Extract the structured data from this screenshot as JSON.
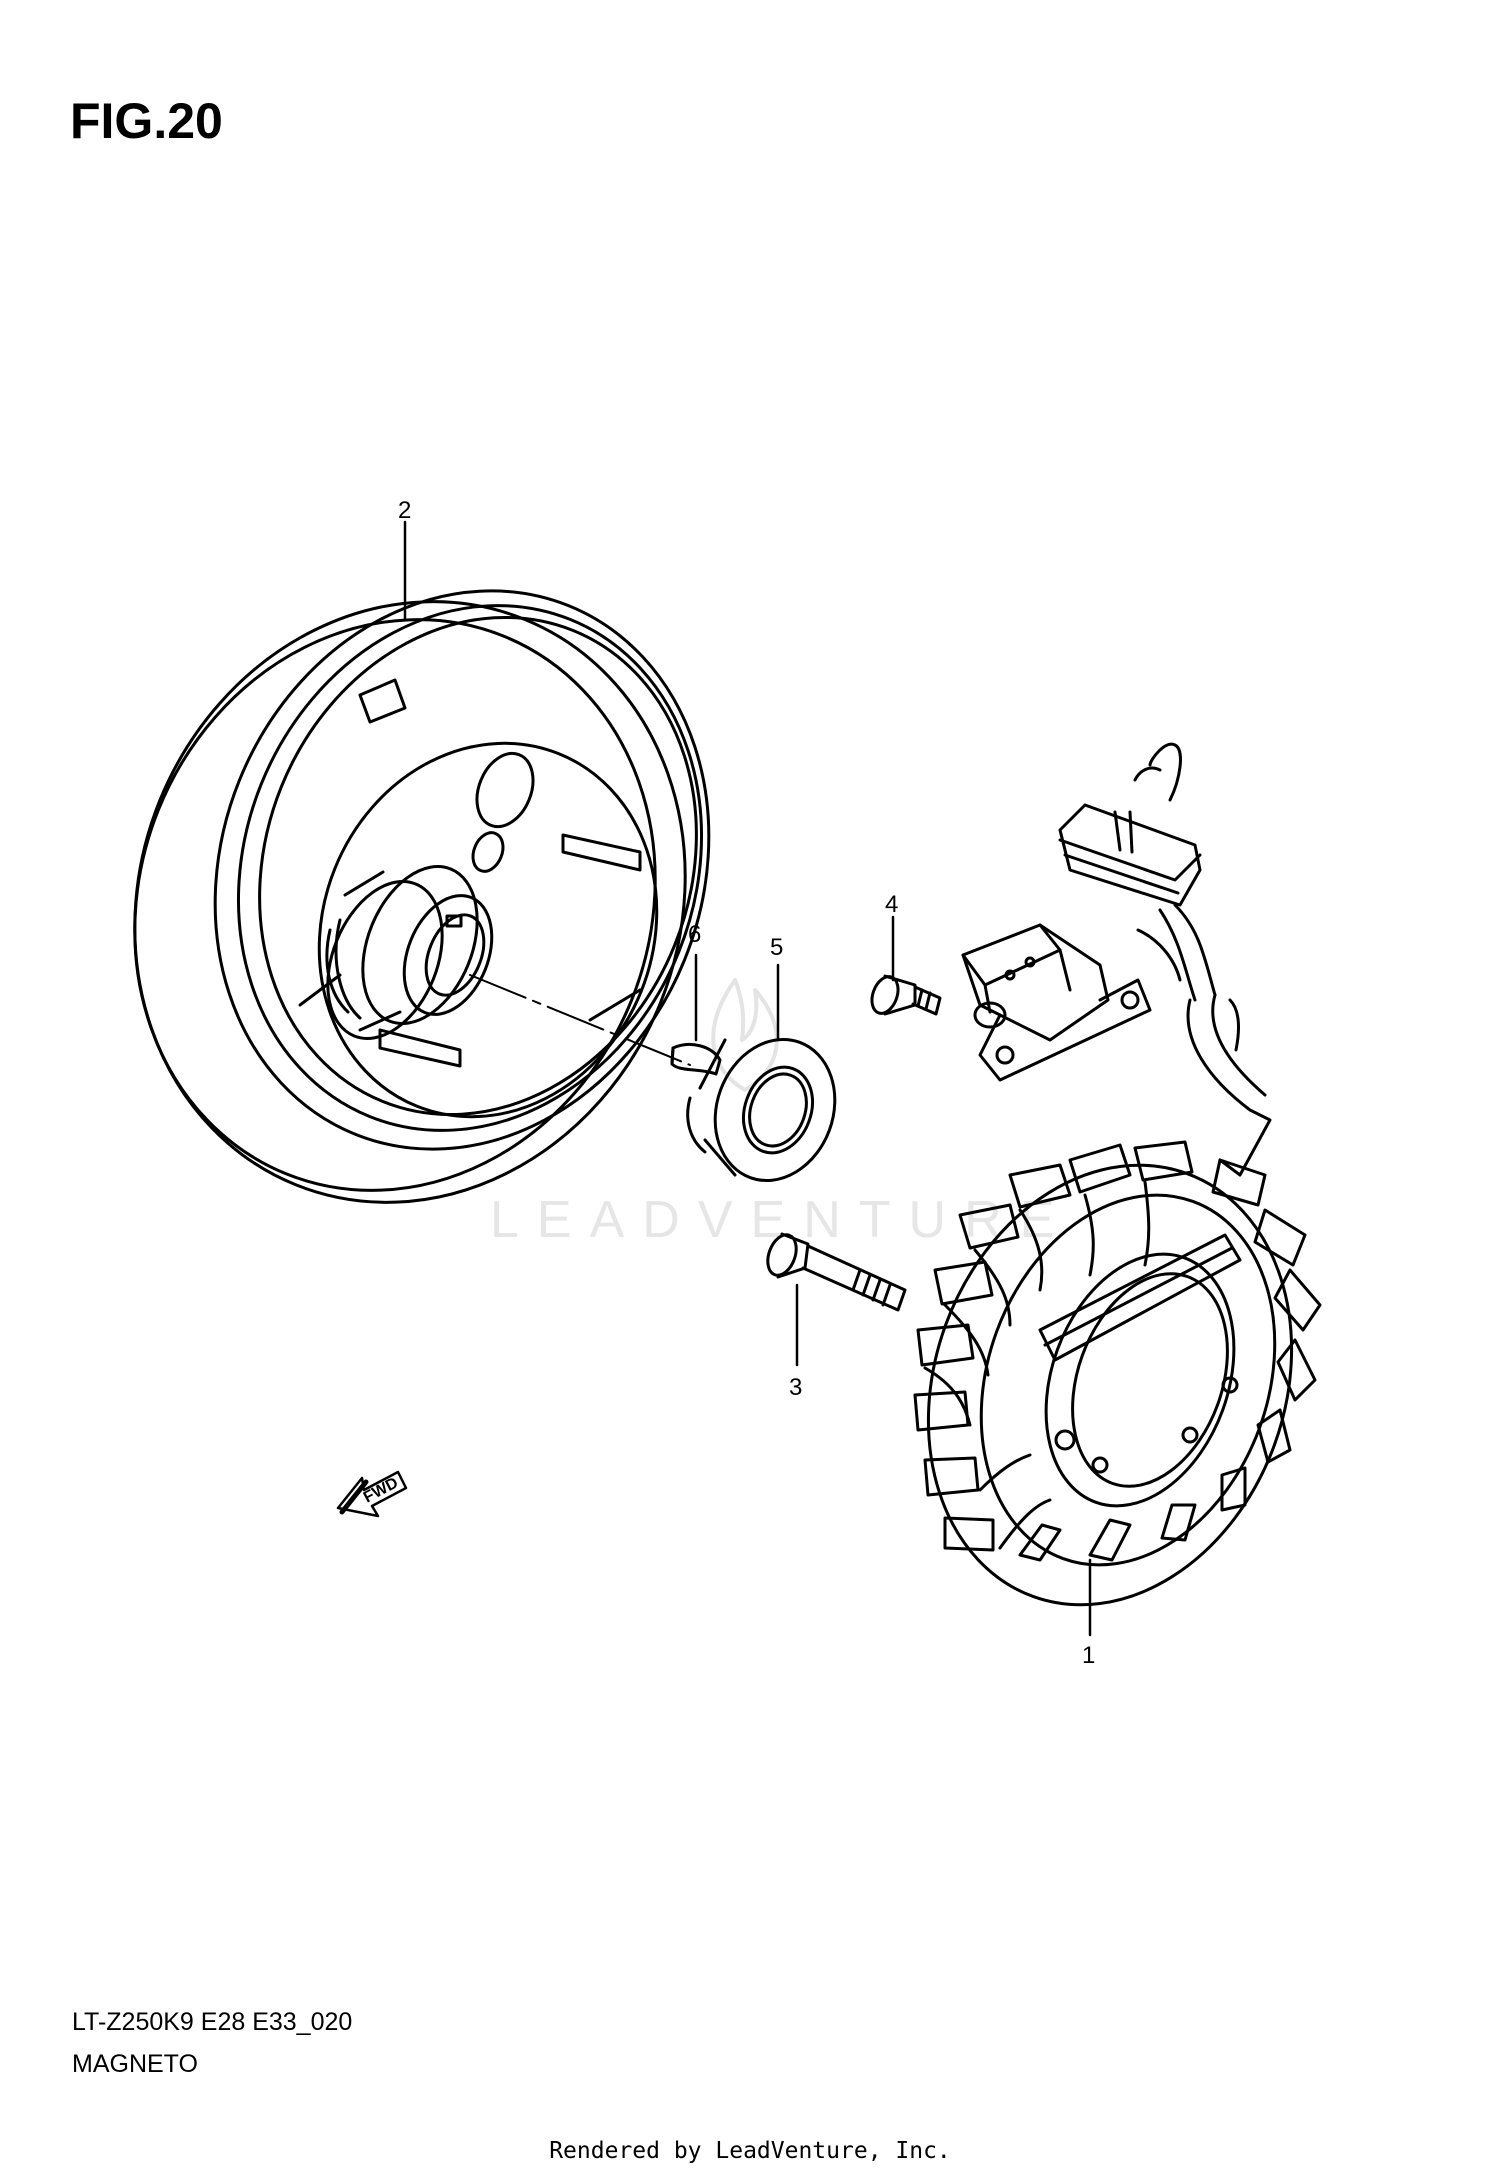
{
  "figure": {
    "title": "FIG.20"
  },
  "callouts": [
    {
      "number": "1",
      "part": "stator coil"
    },
    {
      "number": "2",
      "part": "rotor flywheel"
    },
    {
      "number": "3",
      "part": "bolt"
    },
    {
      "number": "4",
      "part": "screw"
    },
    {
      "number": "5",
      "part": "nut"
    },
    {
      "number": "6",
      "part": "key"
    }
  ],
  "direction_arrow": {
    "label": "FWD",
    "icon": "forward-arrow-icon"
  },
  "watermark": "LEADVENTURE",
  "footer": {
    "model_code": "LT-Z250K9 E28 E33_020",
    "section_name": "MAGNETO",
    "rendered_by": "Rendered by LeadVenture, Inc."
  }
}
